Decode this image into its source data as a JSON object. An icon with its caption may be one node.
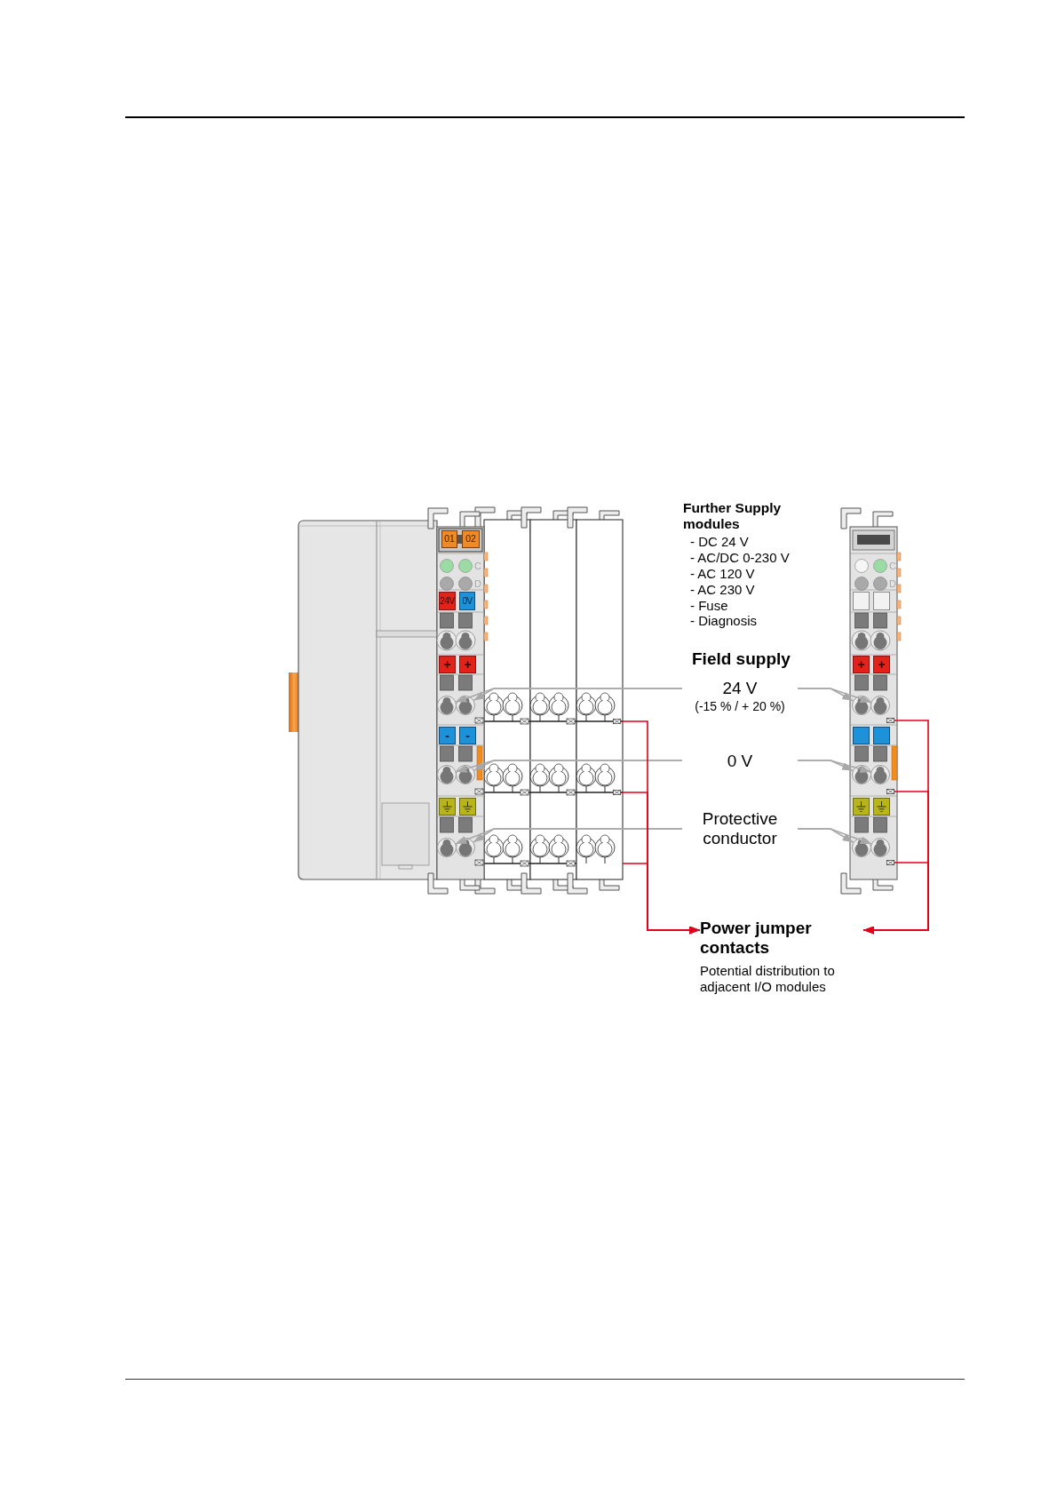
{
  "diagram": {
    "nodes": [
      {
        "text": [
          "24 V",
          "(-15 % / + 20 %)"
        ]
      },
      {
        "text": [
          "0 V"
        ]
      },
      {
        "text": [
          "Protective conductor"
        ]
      },
      {
        "text": [
          "Power jumper contacts",
          "Potential distribution to adjacent I/O modules"
        ]
      },
      {
        "text": [],
        "shape": "circle"
      },
      {
        "text": [],
        "shape": "circle"
      },
      {
        "text": [],
        "shape": "circle"
      },
      {
        "text": [],
        "shape": "circle"
      },
      {
        "text": [],
        "shape": "circle"
      },
      {
        "text": [],
        "shape": "circle"
      },
      {
        "text": [],
        "shape": "circle"
      },
      {
        "text": [],
        "shape": "circle"
      },
      {
        "text": [],
        "shape": "circle"
      },
      {
        "text": [],
        "shape": "circle"
      },
      {
        "text": [],
        "shape": "circle"
      },
      {
        "text": [],
        "shape": "circle"
      },
      {
        "text": [],
        "shape": "picture"
      },
      {
        "text": [],
        "shape": "box",
        "in": 16
      },
      {
        "text": [],
        "shape": "box",
        "in": 16
      },
      {
        "text": [],
        "shape": "box"
      },
      {
        "text": [],
        "shape": "box"
      },
      {
        "text": [],
        "shape": "box"
      }
    ],
    "edges": [
      {
        "from": 0,
        "to": 4,
        "arrow": "to"
      },
      {
        "from": 0,
        "to": 5,
        "arrow": "to"
      },
      {
        "from": 0,
        "to": 10,
        "arrow": "to"
      },
      {
        "from": 0,
        "to": 11,
        "arrow": "to"
      },
      {
        "from": 1,
        "to": 6,
        "arrow": "to"
      },
      {
        "from": 1,
        "to": 7,
        "arrow": "to"
      },
      {
        "from": 1,
        "to": 12,
        "arrow": "to"
      },
      {
        "from": 1,
        "to": 13,
        "arrow": "to"
      },
      {
        "from": 2,
        "to": 8,
        "arrow": "to"
      },
      {
        "from": 2,
        "to": 9,
        "arrow": "to"
      },
      {
        "from": 2,
        "to": 14,
        "arrow": "to"
      },
      {
        "from": 2,
        "to": 15,
        "arrow": "to"
      },
      {
        "from": 17,
        "to": 3,
        "arrow": "to",
        "color": "#e2001a"
      },
      {
        "from": 18,
        "to": 3,
        "arrow": "to",
        "color": "#e2001a"
      },
      {
        "from": 16,
        "to": 3,
        "arrow": "to",
        "color": "#e2001a"
      },
      {
        "from": 19,
        "to": 3,
        "arrow": "to",
        "color": "#e2001a"
      },
      {
        "from": 20,
        "to": 3,
        "arrow": "to",
        "color": "#e2001a"
      },
      {
        "from": 21,
        "to": 3,
        "arrow": "to",
        "color": "#e2001a"
      }
    ],
    "labels": [
      "01",
      "02",
      "C",
      "D",
      "24V",
      "0V",
      "+",
      "+",
      "-",
      "-",
      "Further Supply modules",
      "- DC 24 V",
      "- AC/DC 0-230 V",
      "- AC 120 V",
      "- AC 230 V",
      "- Fuse",
      "- Diagnosis",
      "Field supply",
      "C",
      "D",
      "+",
      "+"
    ]
  }
}
